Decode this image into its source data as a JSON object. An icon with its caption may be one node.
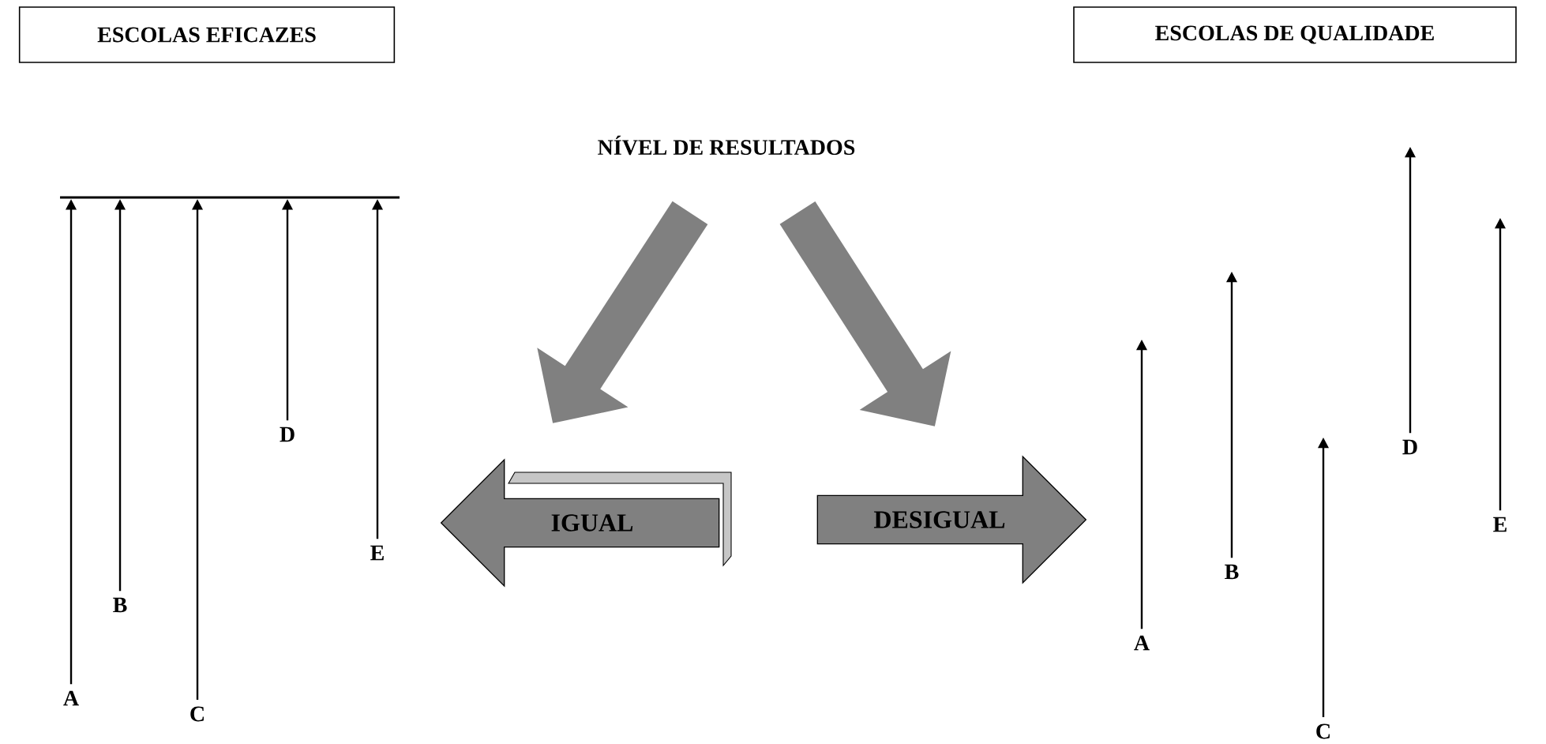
{
  "diagram": {
    "nodes": [
      {
        "text": [
          "ESCOLAS EFICAZES"
        ]
      },
      {
        "text": [
          "ESCOLAS DE QUALIDADE"
        ]
      },
      {
        "text": [
          "NÍVEL DE RESULTADOS"
        ]
      },
      {
        "text": [
          "IGUAL"
        ]
      },
      {
        "text": [
          "DESIGUAL"
        ]
      },
      {
        "text": [],
        "shape": "bar"
      },
      {
        "text": [
          "A"
        ]
      },
      {
        "text": [
          "B"
        ]
      },
      {
        "text": [
          "C"
        ]
      },
      {
        "text": [
          "D"
        ]
      },
      {
        "text": [
          "E"
        ]
      },
      {
        "text": [
          "A"
        ]
      },
      {
        "text": [
          "B"
        ]
      },
      {
        "text": [
          "C"
        ]
      },
      {
        "text": [
          "D"
        ]
      },
      {
        "text": [
          "E"
        ]
      }
    ],
    "edges": [
      {
        "from": 2,
        "to": 3,
        "arrow": "to",
        "style": "thick",
        "color": "#808080"
      },
      {
        "from": 2,
        "to": 4,
        "arrow": "to",
        "style": "thick",
        "color": "#808080"
      },
      {
        "from": 6,
        "to": 5,
        "arrow": "to"
      },
      {
        "from": 7,
        "to": 5,
        "arrow": "to"
      },
      {
        "from": 8,
        "to": 5,
        "arrow": "to"
      },
      {
        "from": 9,
        "to": 5,
        "arrow": "to"
      },
      {
        "from": 10,
        "to": 5,
        "arrow": "to"
      },
      {
        "from": 11,
        "to": null,
        "arrow": "to"
      },
      {
        "from": 12,
        "to": null,
        "arrow": "to"
      },
      {
        "from": 13,
        "to": null,
        "arrow": "to"
      },
      {
        "from": 14,
        "to": null,
        "arrow": "to"
      },
      {
        "from": 15,
        "to": null,
        "arrow": "to"
      }
    ]
  }
}
